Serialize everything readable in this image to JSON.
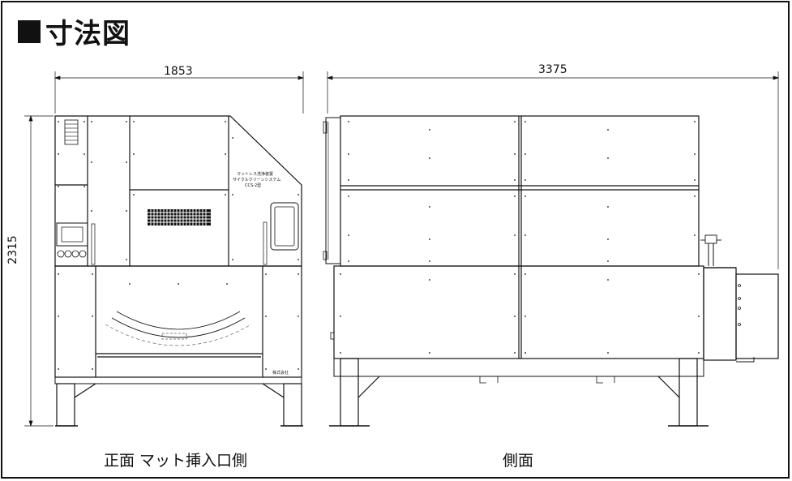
{
  "title": "寸法図",
  "dimensions": {
    "front_width": "1853",
    "side_width": "3375",
    "height": "2315"
  },
  "captions": {
    "front": "正面 マット挿入口側",
    "side": "側面"
  },
  "panel_label": {
    "line1": "マットレス洗浄装置",
    "line2": "サイクルクリーンシステム",
    "line3": "CCS-2型"
  },
  "maker_label": "株式会社",
  "colors": {
    "line": "#111111",
    "background": "#ffffff"
  }
}
